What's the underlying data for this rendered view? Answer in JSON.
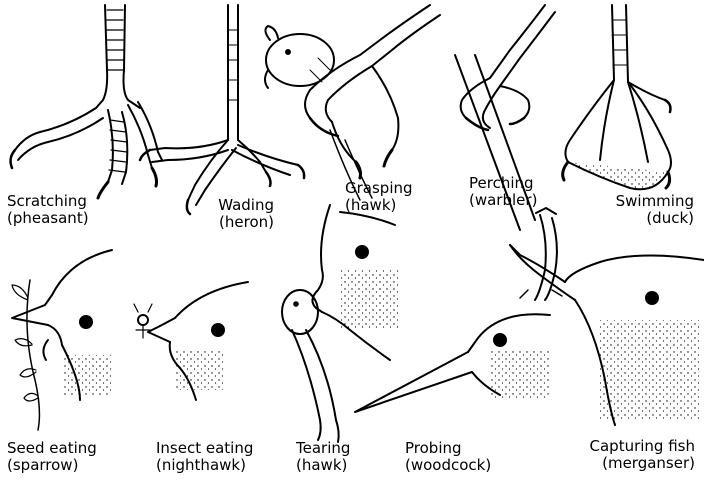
{
  "feet": [
    {
      "name": "Scratching",
      "bird": "(pheasant)"
    },
    {
      "name": "Wading",
      "bird": "(heron)"
    },
    {
      "name": "Grasping",
      "bird": "(hawk)"
    },
    {
      "name": "Perching",
      "bird": "(warbler)"
    },
    {
      "name": "Swimming",
      "bird": "(duck)"
    }
  ],
  "bills": [
    {
      "name": "Seed eating",
      "bird": "(sparrow)"
    },
    {
      "name": "Insect eating",
      "bird": "(nighthawk)"
    },
    {
      "name": "Tearing",
      "bird": "(hawk)"
    },
    {
      "name": "Probing",
      "bird": "(woodcock)"
    },
    {
      "name": "Capturing fish",
      "bird": "(merganser)"
    }
  ],
  "colors": {
    "ink": "#000000",
    "paper": "#ffffff"
  }
}
